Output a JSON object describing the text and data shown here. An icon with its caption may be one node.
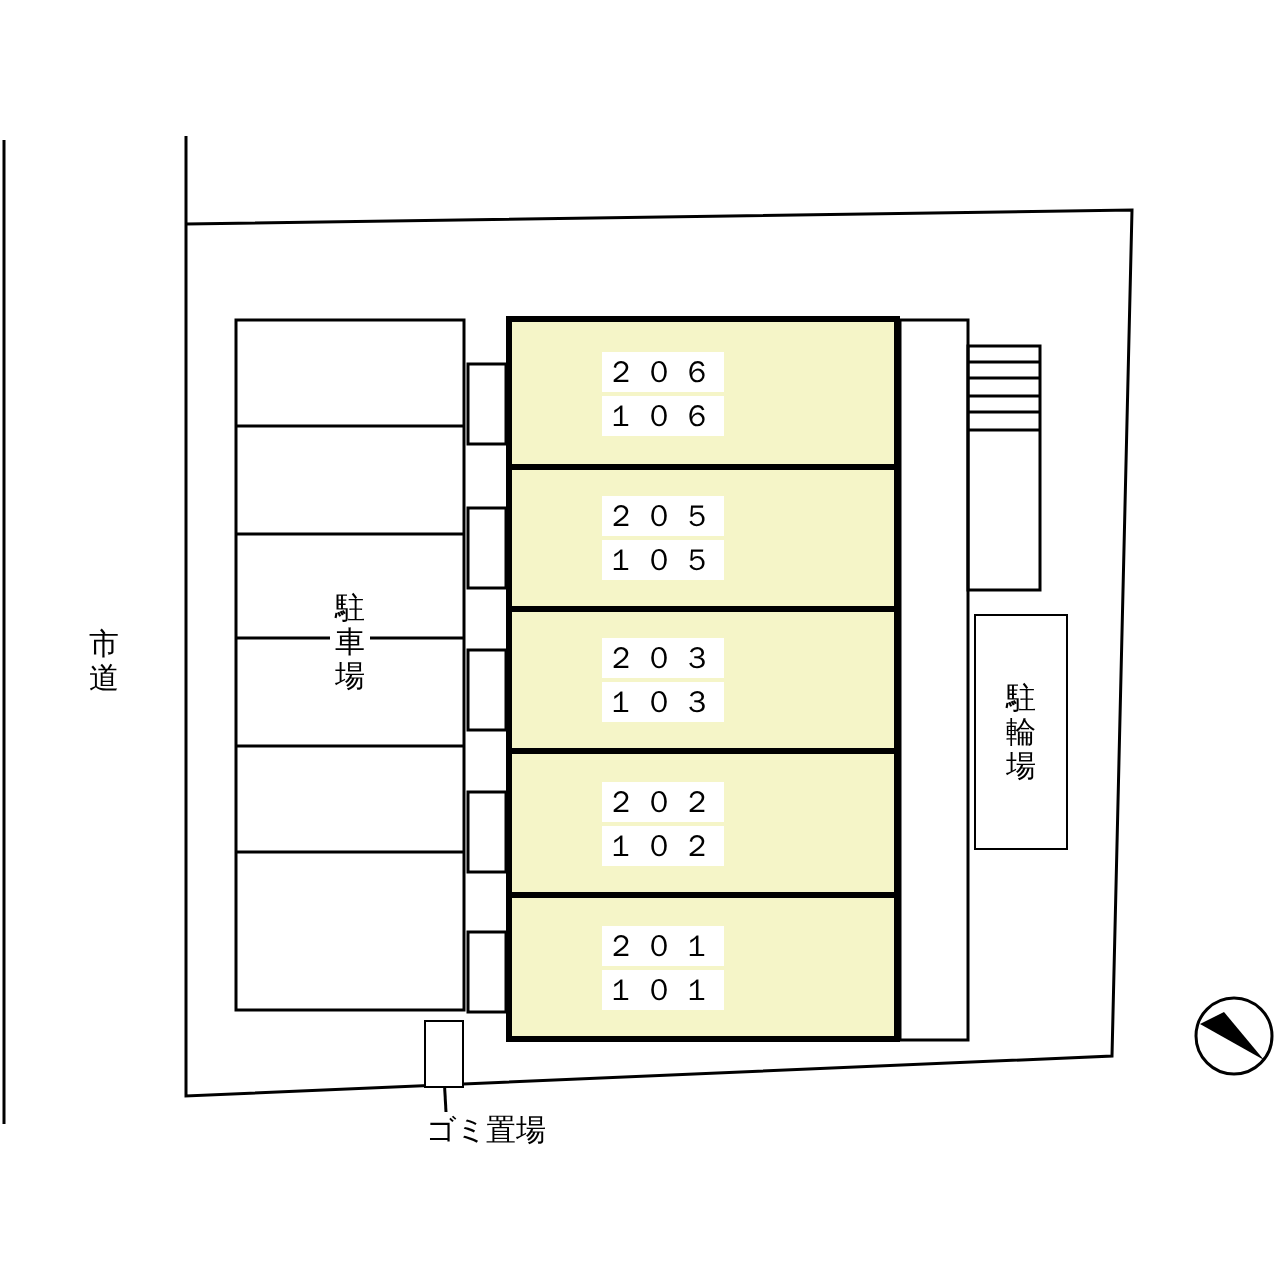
{
  "diagram": {
    "nodes": [
      {
        "text": [
          "２０６",
          "１０６"
        ]
      },
      {
        "text": [
          "２０５",
          "１０５"
        ]
      },
      {
        "text": [
          "２０３",
          "１０３"
        ]
      },
      {
        "text": [
          "２０２",
          "１０２"
        ]
      },
      {
        "text": [
          "２０１",
          "１０１"
        ]
      },
      {
        "text": [
          "駐車場"
        ]
      },
      {
        "text": [
          "駐輪場"
        ]
      },
      {
        "text": [],
        "shape": "box"
      },
      {
        "text": [
          "ゴミ置場"
        ]
      }
    ],
    "edges": [
      {
        "from": 8,
        "to": 7,
        "arrow": "none"
      }
    ],
    "labels": [
      "市道"
    ]
  }
}
